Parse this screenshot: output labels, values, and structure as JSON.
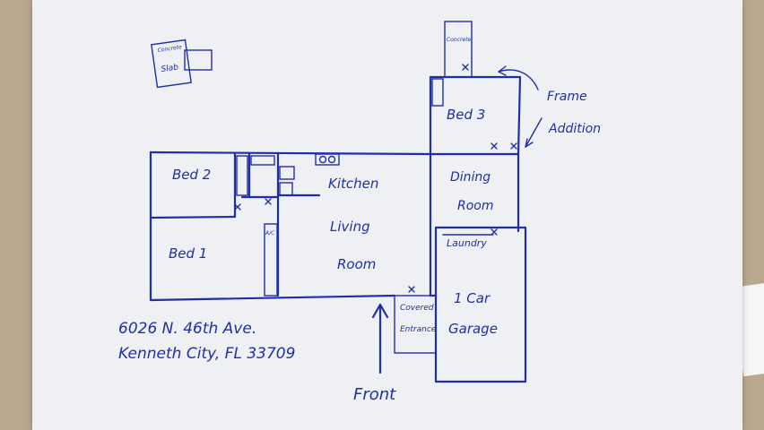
{
  "rooms": {
    "bed2": "Bed 2",
    "bed1": "Bed 1",
    "bed3": "Bed 3",
    "kitchen": "Kitchen",
    "living_line1": "Living",
    "living_line2": "Room",
    "dining_line1": "Dining",
    "dining_line2": "Room",
    "laundry": "Laundry",
    "garage_line1": "1 Car",
    "garage_line2": "Garage",
    "covered_line1": "Covered",
    "covered_line2": "Entrance",
    "slab_line1": "Concrete",
    "slab_line2": "Slab",
    "chimney_top": "Concrete",
    "closet_ac": "A/C"
  },
  "annotations": {
    "frame_line1": "Frame",
    "frame_line2": "Addition",
    "front": "Front"
  },
  "address": {
    "line1": "6026 N. 46th Ave.",
    "line2": "Kenneth City, FL 33709"
  },
  "colors": {
    "ink": "#1f2fa8",
    "paper": "#eef0f3",
    "countertop": "#b9a88e"
  }
}
